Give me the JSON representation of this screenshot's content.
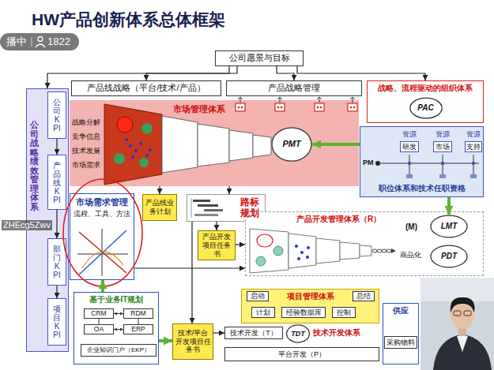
{
  "diagram": {
    "title": "HW产品创新体系总体框架",
    "nodes": [
      {
        "text": [
          "公司愿景与目标"
        ]
      },
      {
        "text": [
          "产品线战略（平台/技术/产品）"
        ]
      },
      {
        "text": [
          "产品战略管理"
        ]
      },
      {
        "text": [
          "战略、流程驱动的组织体系"
        ]
      },
      {
        "text": [
          "PAC"
        ],
        "in": 3
      },
      {
        "text": [
          "职位体系和技术任职资格"
        ]
      },
      {
        "text": [
          "研发"
        ],
        "in": 5
      },
      {
        "text": [
          "市场"
        ],
        "in": 5
      },
      {
        "text": [
          "支持"
        ],
        "in": 5
      },
      {
        "text": [
          "公司战略绩效管理体系"
        ]
      },
      {
        "text": [
          "公司KPI"
        ],
        "in": 9
      },
      {
        "text": [
          "产品线KPI"
        ],
        "in": 9
      },
      {
        "text": [
          "部门KPI"
        ],
        "in": 9
      },
      {
        "text": [
          "项目KPI"
        ],
        "in": 9
      },
      {
        "text": [
          "市场管理体系"
        ]
      },
      {
        "text": [
          "PMT"
        ],
        "in": 14
      },
      {
        "text": [
          "市场需求管理",
          "流程、工具、方法"
        ]
      },
      {
        "text": [
          "产品线业务计划"
        ]
      },
      {
        "text": [
          "路标规划"
        ]
      },
      {
        "text": [
          "产品开发项目任务书"
        ]
      },
      {
        "text": [
          "产品开发管理体系（R）"
        ]
      },
      {
        "text": [
          "LMT"
        ],
        "in": 20
      },
      {
        "text": [
          "PDT"
        ],
        "in": 20
      },
      {
        "text": [
          "基于业务IT规划"
        ]
      },
      {
        "text": [
          "CRM"
        ],
        "in": 23
      },
      {
        "text": [
          "RDM"
        ],
        "in": 23
      },
      {
        "text": [
          "OA"
        ],
        "in": 23
      },
      {
        "text": [
          "ERP"
        ],
        "in": 23
      },
      {
        "text": [
          "企业知识门户（EKP）"
        ],
        "in": 23
      },
      {
        "text": [
          "技术/平台开发项目任务书"
        ]
      },
      {
        "text": [
          "项目管理体系"
        ]
      },
      {
        "text": [
          "启动"
        ],
        "in": 30
      },
      {
        "text": [
          "总结"
        ],
        "in": 30
      },
      {
        "text": [
          "计划"
        ],
        "in": 30
      },
      {
        "text": [
          "经验数据库"
        ],
        "in": 30
      },
      {
        "text": [
          "控制"
        ],
        "in": 30
      },
      {
        "text": [
          "技术开发（T）"
        ]
      },
      {
        "text": [
          "TDT"
        ]
      },
      {
        "text": [
          "平台开发（P）"
        ]
      },
      {
        "text": [
          "供应"
        ]
      },
      {
        "text": [
          "采购物料"
        ],
        "in": 39
      }
    ],
    "edges": [
      {
        "from": 0,
        "to": 1,
        "arrow": "to"
      },
      {
        "from": 0,
        "to": 2,
        "arrow": "to"
      },
      {
        "from": 0,
        "to": 9,
        "arrow": "to"
      },
      {
        "from": 0,
        "to": 3,
        "arrow": "to"
      },
      {
        "from": 5,
        "to": 15,
        "arrow": "to"
      },
      {
        "from": 5,
        "to": 21,
        "arrow": "to"
      },
      {
        "from": 14,
        "to": 17,
        "arrow": "to"
      },
      {
        "from": 14,
        "to": 18,
        "arrow": "to"
      },
      {
        "from": 18,
        "to": 19,
        "arrow": "to"
      },
      {
        "from": 19,
        "to": 20,
        "arrow": "to"
      },
      {
        "from": 16,
        "to": 20,
        "arrow": "to"
      },
      {
        "from": 18,
        "to": 29,
        "arrow": "to"
      },
      {
        "from": 23,
        "to": 16,
        "arrow": "to"
      },
      {
        "from": 23,
        "to": 29,
        "arrow": "to"
      },
      {
        "from": 29,
        "to": 36,
        "arrow": "to"
      },
      {
        "from": 10,
        "to": 11,
        "arrow": "to"
      },
      {
        "from": 11,
        "to": 12,
        "arrow": "to"
      },
      {
        "from": 12,
        "to": 13,
        "arrow": "to"
      },
      {
        "from": 24,
        "to": 25,
        "arrow": "both"
      },
      {
        "from": 26,
        "to": 27,
        "arrow": "both"
      },
      {
        "from": 24,
        "to": 26,
        "arrow": "none"
      },
      {
        "from": 25,
        "to": 27,
        "arrow": "none"
      }
    ],
    "labels": [
      "播中",
      "1822",
      "ZHEcg5Zwv",
      "战略分解",
      "竞争信息",
      "技术发展",
      "市场需求",
      "资源",
      "资源",
      "资源",
      "PM",
      "(M)",
      "商品化",
      "技术开发体系"
    ]
  }
}
